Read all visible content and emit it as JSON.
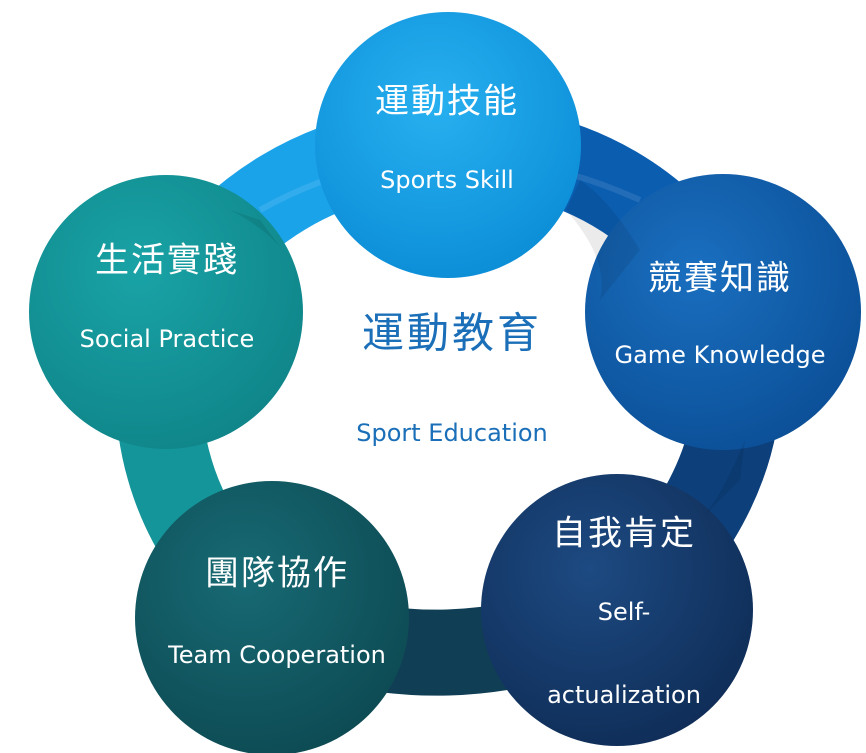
{
  "center": {
    "title_zh": "運動教育",
    "title_en": "Sport Education"
  },
  "nodes": [
    {
      "id": "sports-skill",
      "zh": "運動技能",
      "en": "Sports Skill",
      "color": "#1399e2"
    },
    {
      "id": "game-knowledge",
      "zh": "競賽知識",
      "en": "Game Knowledge",
      "color": "#0d5ca8"
    },
    {
      "id": "self-actualization",
      "zh": "自我肯定",
      "en_line1": "Self-",
      "en_line2": "actualization",
      "color": "#163a6b"
    },
    {
      "id": "team-cooperation",
      "zh": "團隊協作",
      "en": "Team Cooperation",
      "color": "#135a65"
    },
    {
      "id": "social-practice",
      "zh": "生活實踐",
      "en": "Social Practice",
      "color": "#138f93"
    }
  ],
  "colors": {
    "center_text": "#1b6fb8",
    "ring_top_left": "#1ba3ea",
    "ring_top_right": "#0b5db0",
    "ring_right": "#0d3f7a",
    "ring_bottom": "#103e55",
    "ring_left": "#14959a"
  }
}
